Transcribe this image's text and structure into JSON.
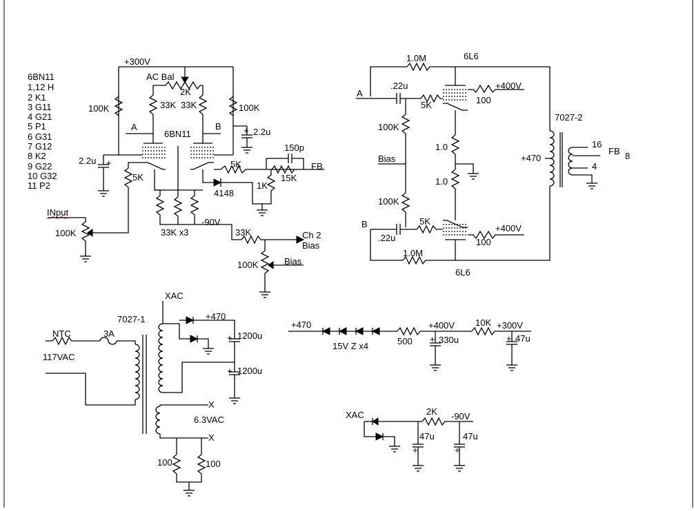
{
  "pinout": [
    "6BN11",
    "1,12 H",
    "2 K1",
    "3 G11",
    "4 G21",
    "5 P1",
    "6 G31",
    "7 G12",
    "8 K2",
    "9 G22",
    "10 G32",
    "11 P2"
  ],
  "preamp": {
    "plus300": "+300V",
    "ac_bal": "AC Bal",
    "pot_2k": "2K",
    "r100k_left": "100K",
    "r100k_right": "100K",
    "r33k_a": "33K",
    "r33k_b": "33K",
    "label_a": "A",
    "label_b": "B",
    "tube": "6BN11",
    "cap_22u_right": "2.2u",
    "cap_22u_left": "2.2u",
    "r5k_grid": "5K",
    "r5k_fb": "5K",
    "cap_150p": "150p",
    "fb": "FB",
    "r15k": "15K",
    "r1k": "1K",
    "diode_4148": "4148",
    "input": "INput",
    "pot_100k_in": "100K",
    "r33k_x3": "33K x3",
    "minus90": "-90V",
    "r33k_bias": "33K",
    "ch2": "Ch 2",
    "ch2_bias": "Bias",
    "pot_100k_bias": "100K",
    "bias_out": "Bias"
  },
  "power_amp": {
    "r1m_top": "1.0M",
    "tube_top": "6L6",
    "label_a": "A",
    "cap_top": ".22u",
    "r5k_top": "5K",
    "plus400_top": "+400V",
    "r100_top": "100",
    "r100k_top": "100K",
    "r1_0_a": "1.0",
    "bias": "Bias",
    "r1_0_b": "1.0",
    "r100k_bot": "100K",
    "label_b": "B",
    "r5k_bot": "5K",
    "cap_bot": ".22u",
    "plus400_bot": "+400V",
    "r100_bot": "100",
    "r1m_bot": "1.0M",
    "tube_bot": "6L6",
    "transformer": "7027-2",
    "plus470": "+470",
    "tap16": "16",
    "fb": "FB",
    "tap8": "8",
    "tap4": "4"
  },
  "psu": {
    "xac": "XAC",
    "transformer": "7027-1",
    "ntc": "NTC",
    "fuse": "3A",
    "mains": "117VAC",
    "plus470": "+470",
    "cap1": "1200u",
    "cap2": "1200u",
    "x1": "X",
    "heater": "6.3VAC",
    "x2": "X",
    "r100_a": "100",
    "r100_b": "100"
  },
  "regulator": {
    "in": "+470",
    "zener": "15V Z x4",
    "r500": "500",
    "plus400": "+400V",
    "cap330": "330u",
    "r10k": "10K",
    "plus300": "+300V",
    "cap47": "47u"
  },
  "neg_supply": {
    "xac": "XAC",
    "r2k": "2K",
    "minus90": "-90V",
    "cap47a": "47u",
    "cap47b": "47u"
  }
}
